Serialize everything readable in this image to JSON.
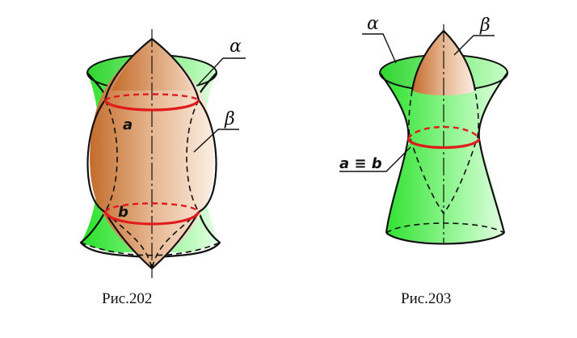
{
  "figures": [
    {
      "caption": "Рис.202",
      "surface_labels": {
        "alpha": "α",
        "beta": "β"
      },
      "curve_labels": {
        "upper": "a",
        "lower": "b"
      }
    },
    {
      "caption": "Рис.203",
      "surface_labels": {
        "alpha": "α",
        "beta": "β"
      },
      "curve_labels": {
        "coincident": "a ≡ b"
      }
    }
  ],
  "colors": {
    "hyperboloid_green": "#27e028",
    "hyperboloid_light": "#e6ffe6",
    "spheroid_brown": "#c9753a",
    "spheroid_light": "#fbeee2",
    "intersection_red": "#e11b1b"
  }
}
